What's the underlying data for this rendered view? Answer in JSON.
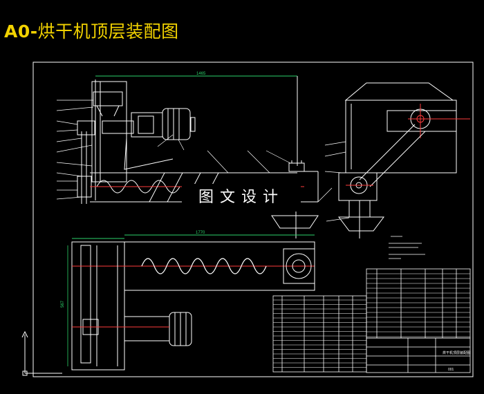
{
  "title": {
    "prefix": "A0-",
    "text": "烘干机顶层装配图"
  },
  "watermark": "图文设计",
  "dimensions": {
    "top_width": "1465",
    "lower_width": "1770",
    "side_height": "567"
  },
  "colors": {
    "line": "#ffffff",
    "accent": "#ff3b3b",
    "yellow": "#f2d200",
    "cyan": "#19c3d6",
    "green": "#2cd36b",
    "magenta": "#d43bd4"
  },
  "title_block": {
    "drawing_name": "烘干机顶层装配图",
    "number": "001"
  }
}
